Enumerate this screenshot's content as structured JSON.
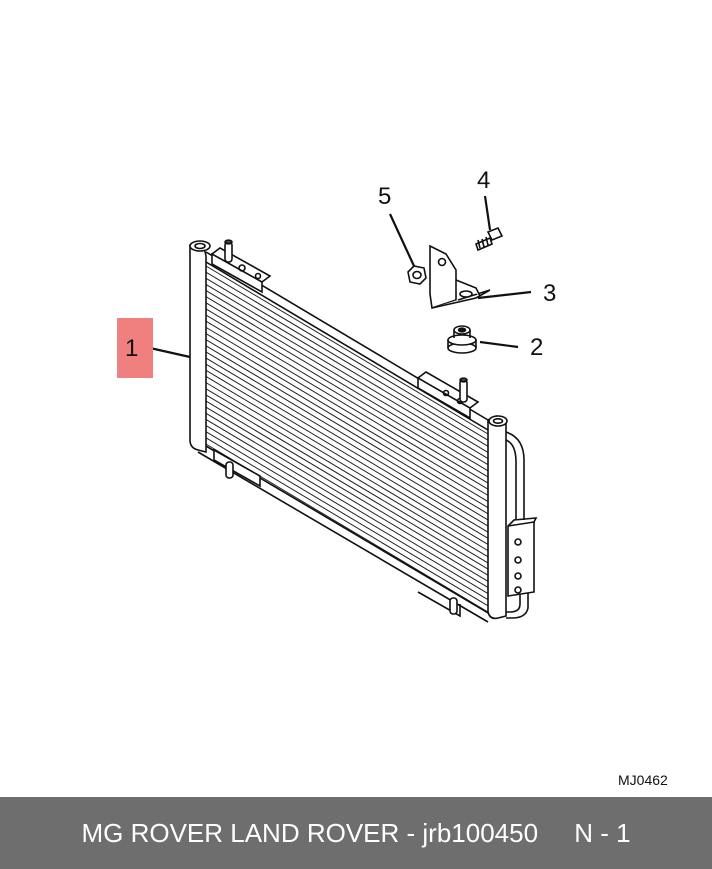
{
  "callouts": {
    "c1": "1",
    "c2": "2",
    "c3": "3",
    "c4": "4",
    "c5": "5"
  },
  "highlight_color": "#f08080",
  "diagram_ref": "MJ0462",
  "footer": {
    "brand": "MG ROVER LAND ROVER",
    "separator": " - ",
    "part_number": "jrb100450",
    "position": "N - 1"
  }
}
